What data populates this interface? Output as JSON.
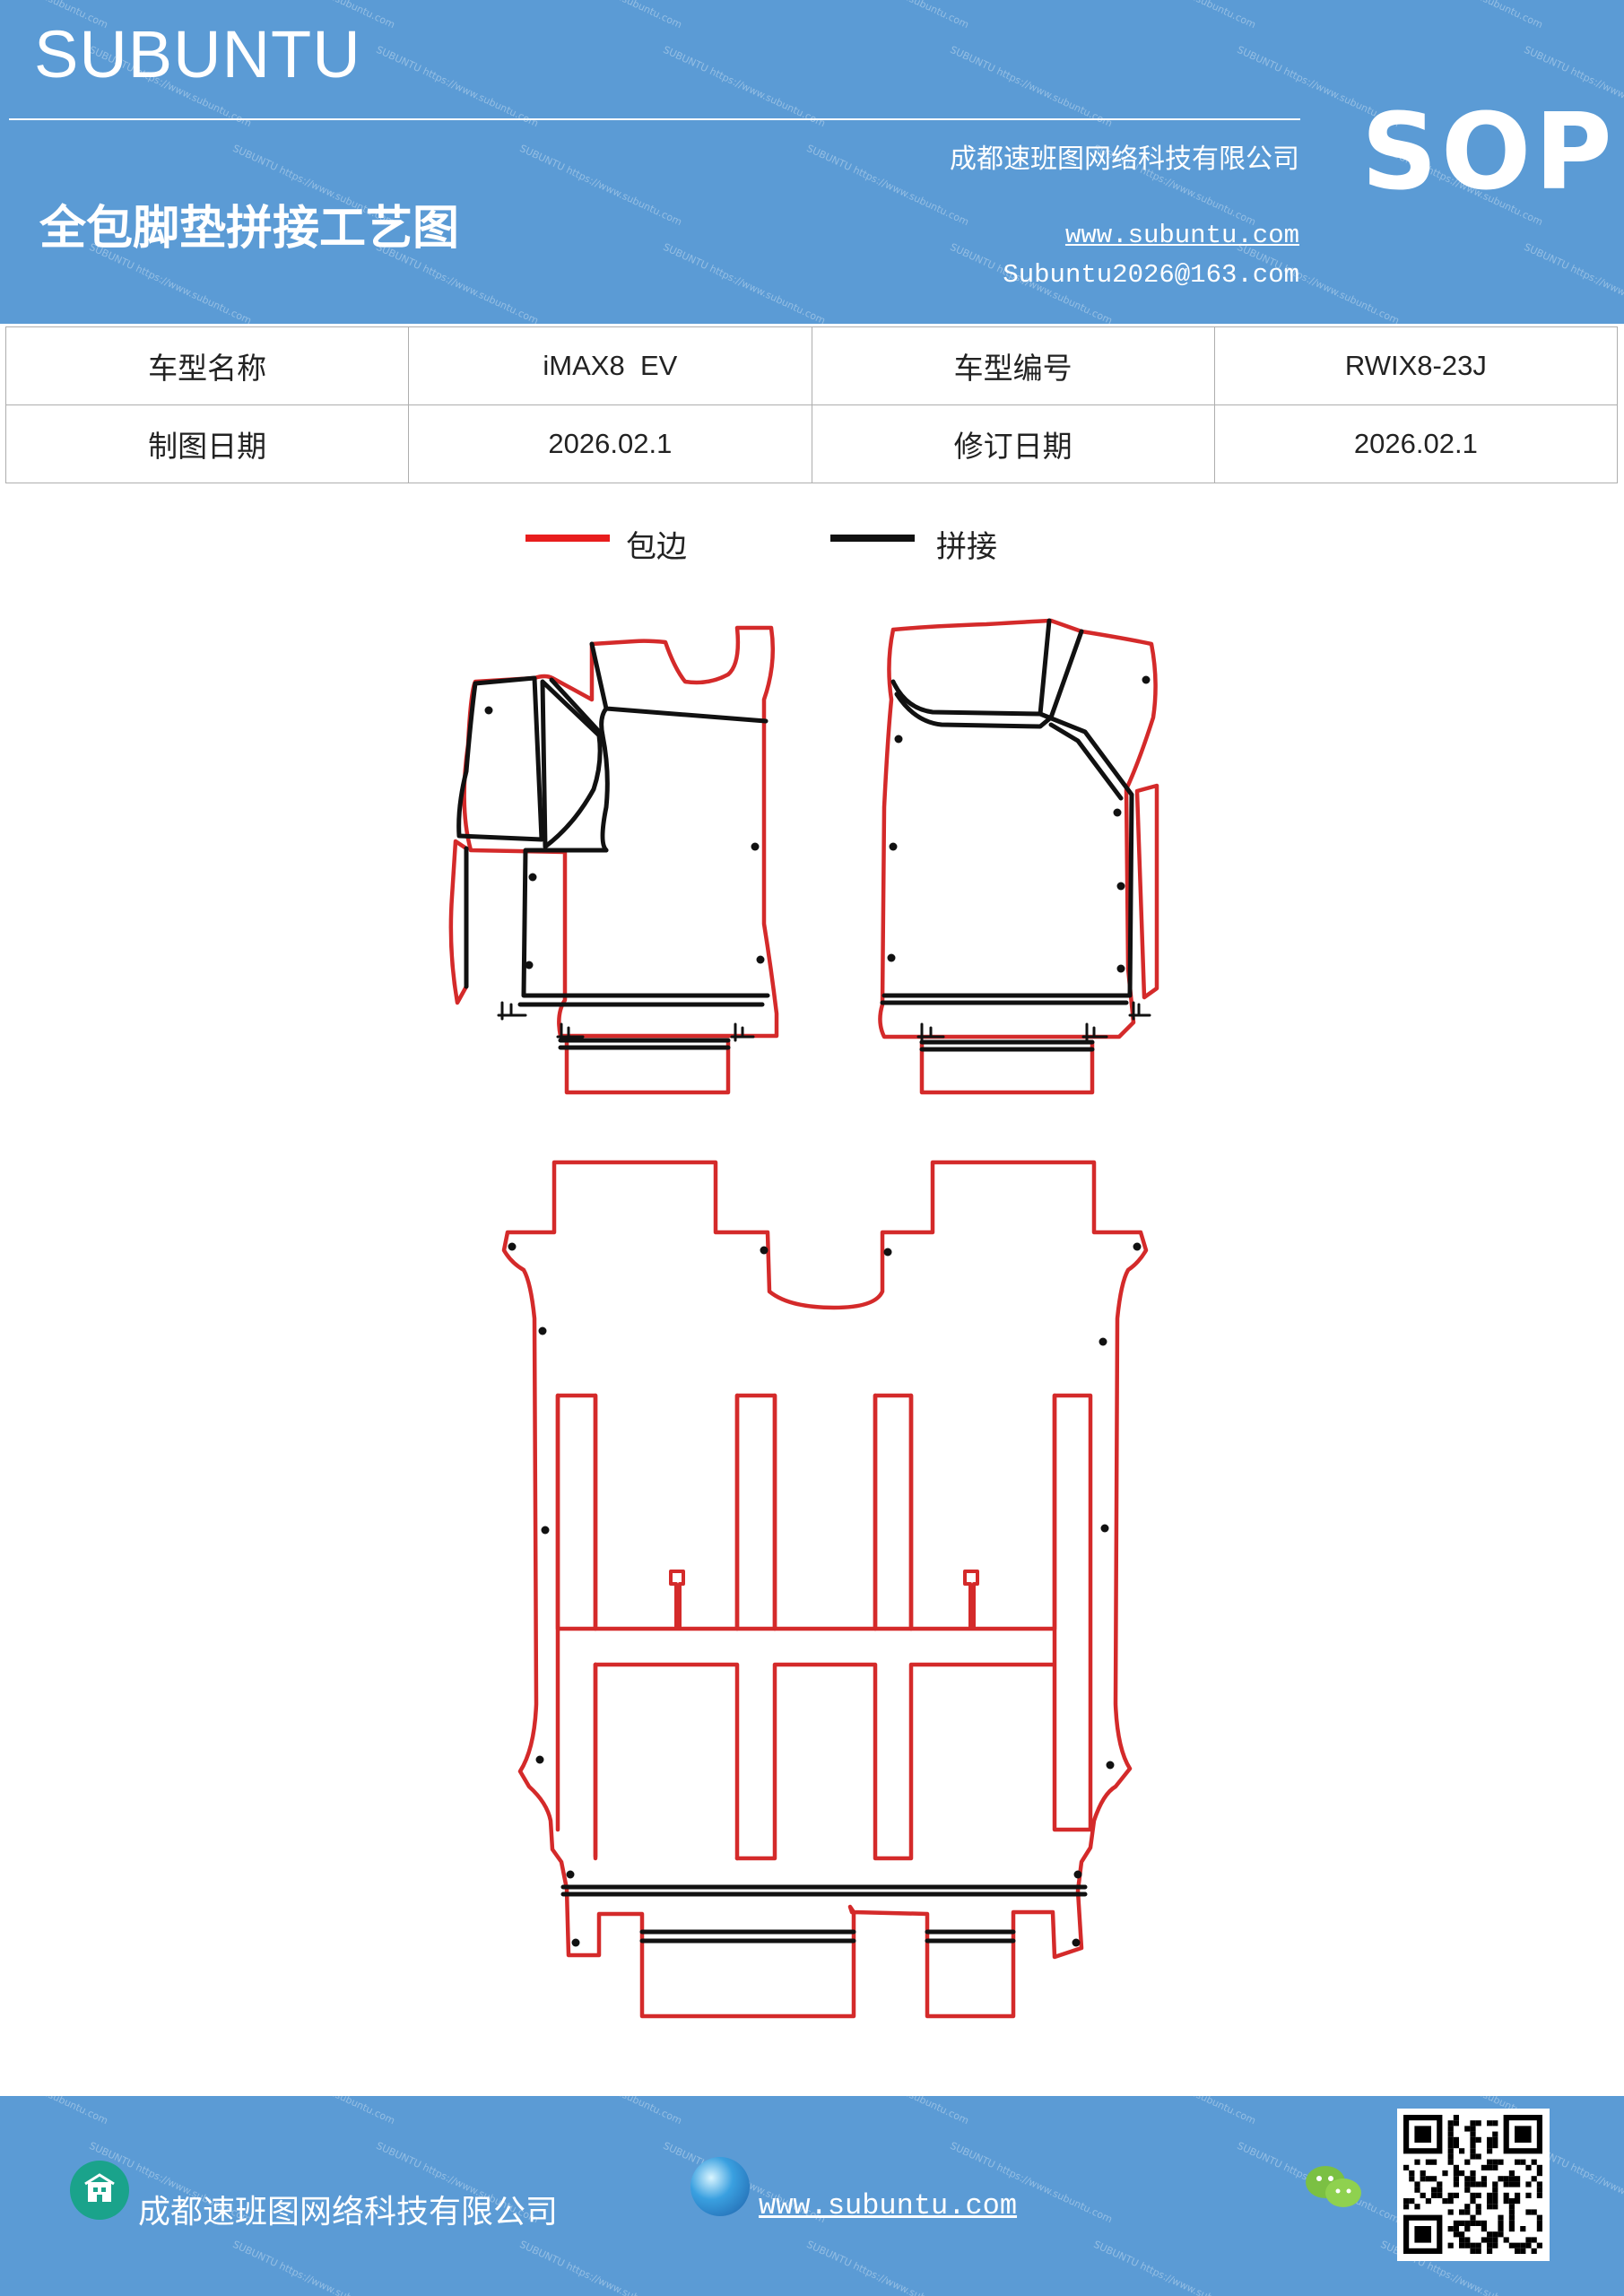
{
  "header": {
    "brand": "SUBUNTU",
    "sop": "SOP",
    "company": "成都速班图网络科技有限公司",
    "title": "全包脚垫拼接工艺图",
    "website": "www.subuntu.com",
    "email": "Subuntu2026@163.com",
    "watermark": "SUBUNTU https://www.subuntu.com"
  },
  "info": {
    "model_name_label": "车型名称",
    "model_name_value": "iMAX8  EV",
    "model_code_label": "车型编号",
    "model_code_value": "RWIX8-23J",
    "draw_date_label": "制图日期",
    "draw_date_value": "2026.02.1",
    "revise_date_label": "修订日期",
    "revise_date_value": "2026.02.1"
  },
  "legend": {
    "items": [
      {
        "label": "包边",
        "color": "#e81d1d"
      },
      {
        "label": "拼接",
        "color": "#111111"
      }
    ]
  },
  "footer": {
    "company": "成都速班图网络科技有限公司",
    "website": "www.subuntu.com"
  },
  "icons": [
    "building-icon",
    "globe-icon",
    "wechat-icon",
    "qr-code"
  ],
  "colors": {
    "header_bg": "#5b9bd5",
    "edge_red": "#d42a2a",
    "seam_black": "#111111"
  }
}
